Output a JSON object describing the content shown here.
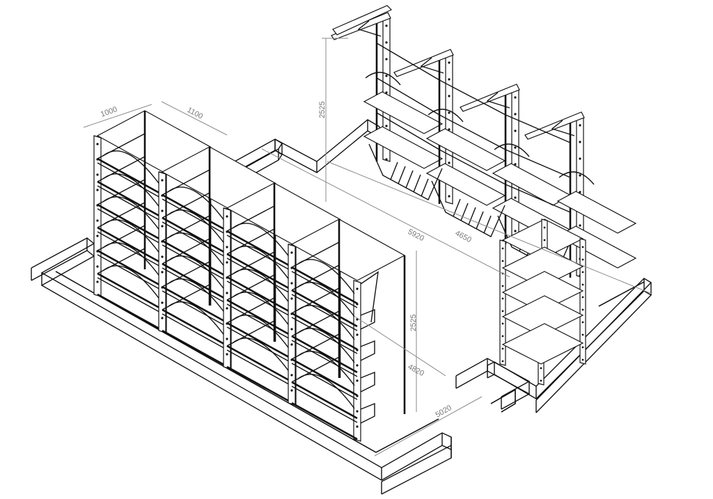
{
  "drawing": {
    "title": "Isometric shelving rack layout",
    "dimensions": {
      "rack_depth": "1000",
      "rack_width": "1100",
      "rear_height": "2525",
      "front_height": "2525",
      "length_outer": "5920",
      "length_inner": "4650",
      "width_inner": "4820",
      "width_outer": "5020"
    },
    "colors": {
      "line": "#111111",
      "dimension": "#8a8a8a"
    }
  }
}
